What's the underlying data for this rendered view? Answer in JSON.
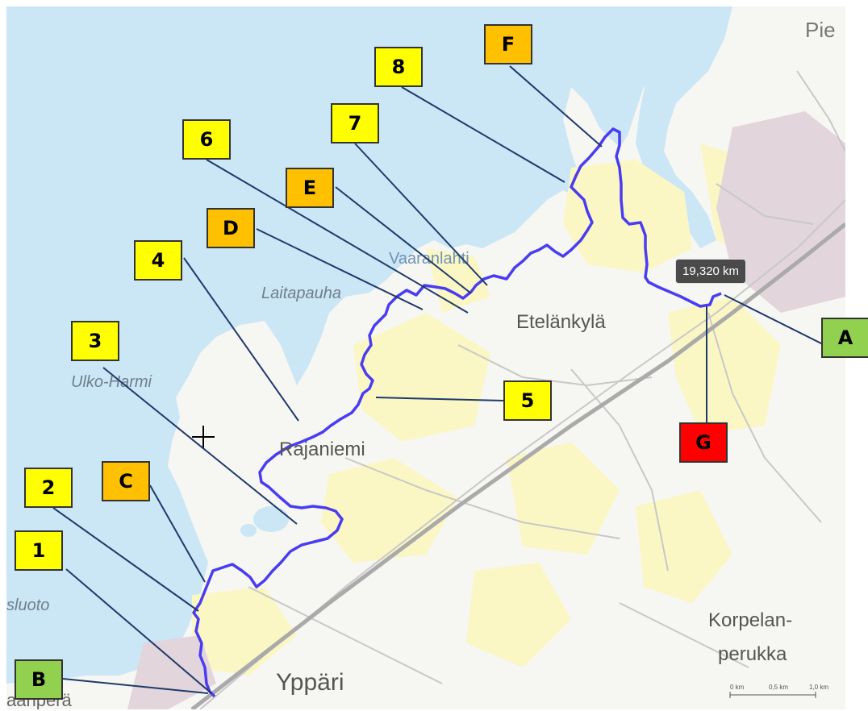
{
  "map": {
    "colors": {
      "sea": "#cbe6f5",
      "land": "#f6f6f3",
      "fields": "#fbf7c4",
      "urban": "#e2d5dc",
      "route": "#4a3cf0",
      "roads": "#c8c8c8"
    },
    "places": {
      "pie": "Pie",
      "vaaranlahti": "Vaaranlahti",
      "laitapauha": "Laitapauha",
      "etelankyla": "Etelänkylä",
      "ulko_harmi": "Ulko-Harmi",
      "raja_niemi": "Rajaniemi",
      "sluoto": "sluoto",
      "korpelan": "Korpelan-",
      "perukka": "perukka",
      "ypp_ari": "Yppäri",
      "aanpera": "aanperä"
    },
    "tooltip": "19,320 km",
    "scale_labels": [
      "0 km",
      "0,5 km",
      "1,0 km"
    ]
  },
  "markers": [
    {
      "id": "1",
      "label": "1",
      "color": "yellow"
    },
    {
      "id": "2",
      "label": "2",
      "color": "yellow"
    },
    {
      "id": "3",
      "label": "3",
      "color": "yellow"
    },
    {
      "id": "4",
      "label": "4",
      "color": "yellow"
    },
    {
      "id": "5",
      "label": "5",
      "color": "yellow"
    },
    {
      "id": "6",
      "label": "6",
      "color": "yellow"
    },
    {
      "id": "7",
      "label": "7",
      "color": "yellow"
    },
    {
      "id": "8",
      "label": "8",
      "color": "yellow"
    },
    {
      "id": "A",
      "label": "A",
      "color": "green"
    },
    {
      "id": "B",
      "label": "B",
      "color": "green"
    },
    {
      "id": "C",
      "label": "C",
      "color": "orange"
    },
    {
      "id": "D",
      "label": "D",
      "color": "orange"
    },
    {
      "id": "E",
      "label": "E",
      "color": "orange"
    },
    {
      "id": "F",
      "label": "F",
      "color": "orange"
    },
    {
      "id": "G",
      "label": "G",
      "color": "red"
    }
  ]
}
